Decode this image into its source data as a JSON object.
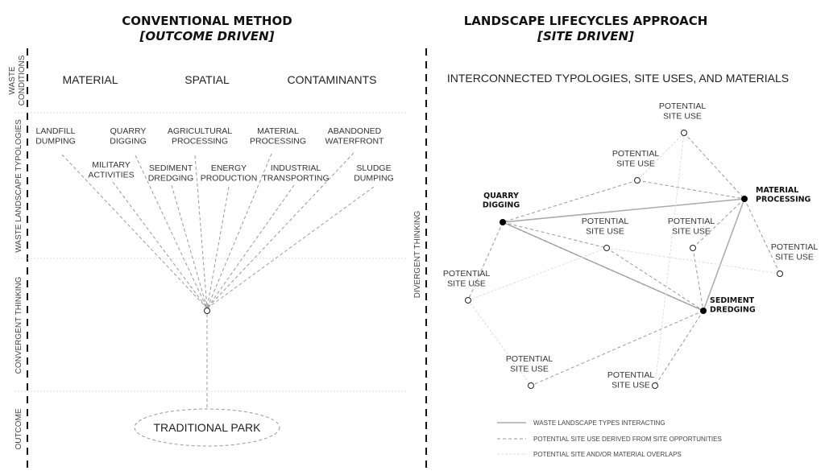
{
  "left": {
    "title": "CONVENTIONAL METHOD",
    "subtitle": "[OUTCOME DRIVEN]",
    "sections": [
      "WASTE",
      "CONDITIONS",
      "WASTE LANDSCAPE TYPOLOGIES",
      "CONVERGENT THINKING",
      "OUTCOME"
    ],
    "conditions": [
      "MATERIAL",
      "SPATIAL",
      "CONTAMINANTS"
    ],
    "typologies": [
      [
        "LANDFILL",
        "DUMPING"
      ],
      [
        "QUARRY",
        "DIGGING"
      ],
      [
        "AGRICULTURAL",
        "PROCESSING"
      ],
      [
        "MATERIAL",
        "PROCESSING"
      ],
      [
        "ABANDONED",
        "WATERFRONT"
      ],
      [
        "MILITARY",
        "ACTIVITIES"
      ],
      [
        "SEDIMENT",
        "DREDGING"
      ],
      [
        "ENERGY",
        "PRODUCTION"
      ],
      [
        "INDUSTRIAL",
        "TRANSPORTING"
      ],
      [
        "SLUDGE",
        "DUMPING"
      ]
    ],
    "outcome": "TRADITIONAL PARK"
  },
  "right": {
    "title": "LANDSCAPE LIFECYCLES APPROACH",
    "subtitle": "[SITE DRIVEN]",
    "heading": "INTERCONNECTED TYPOLOGIES, SITE USES, AND MATERIALS",
    "side": "DIVERGENT THINKING",
    "main_nodes": [
      [
        "QUARRY",
        "DIGGING"
      ],
      [
        "MATERIAL",
        "PROCESSING"
      ],
      [
        "SEDIMENT",
        "DREDGING"
      ]
    ],
    "site_use": [
      "POTENTIAL",
      "SITE USE"
    ],
    "legend": [
      "WASTE LANDSCAPE TYPES INTERACTING",
      "POTENTIAL SITE USE DERIVED FROM SITE OPPORTUNITIES",
      "POTENTIAL SITE AND/OR MATERIAL OVERLAPS"
    ]
  }
}
